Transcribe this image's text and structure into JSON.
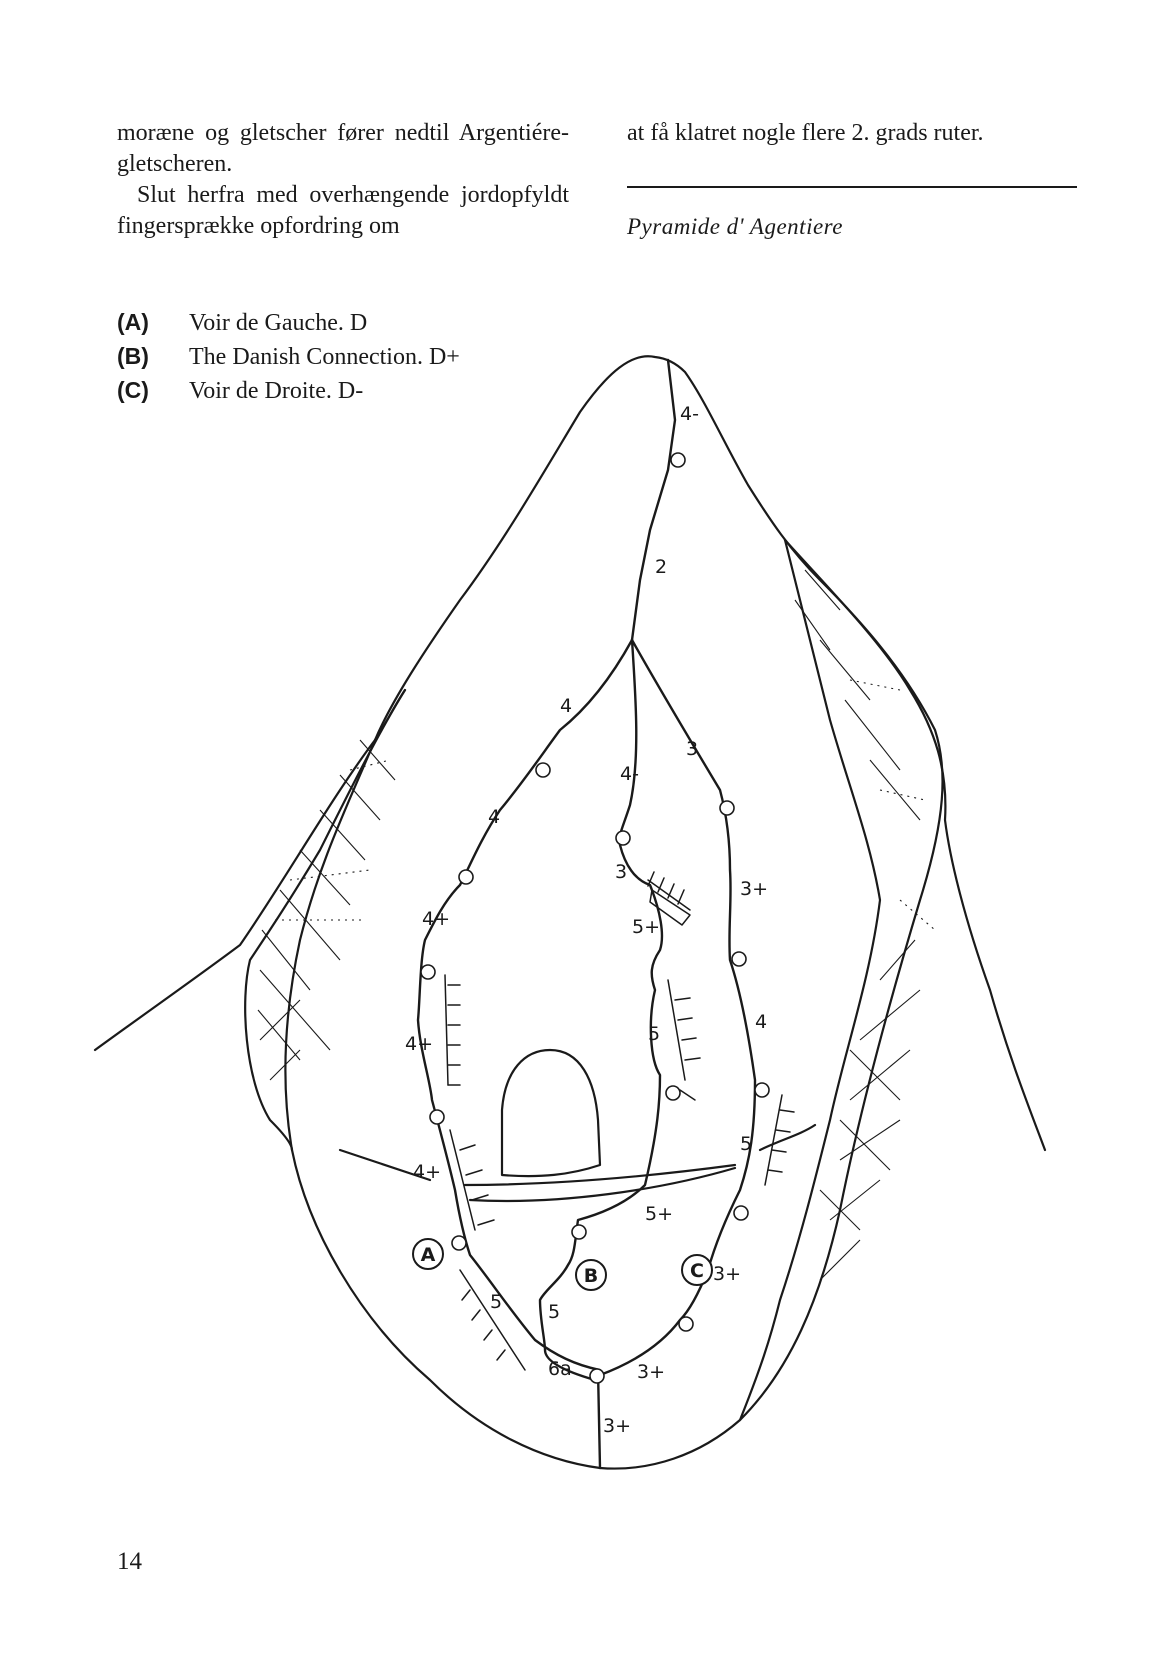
{
  "left_column": {
    "paragraph1": "moræne og gletscher fører nedtil Argentiére-gletscheren.",
    "paragraph2": "Slut herfra med overhængende jordopfyldt fingersprække opfordring om"
  },
  "right_column": {
    "continuation": "at få klatret nogle flere 2. grads ruter.",
    "subtitle": "Pyramide d' Agentiere"
  },
  "legend": [
    {
      "key": "(A)",
      "text": "Voir de Gauche.  D"
    },
    {
      "key": "(B)",
      "text": "The Danish Connection.  D+"
    },
    {
      "key": "(C)",
      "text": "Voir de Droite.  D-"
    }
  ],
  "topo": {
    "route_labels": [
      "A",
      "B",
      "C"
    ],
    "grades": {
      "top": "4-",
      "summit_ridge": "2",
      "a1": "4",
      "a2": "4",
      "a3": "4+",
      "a4": "4+",
      "a5": "4+",
      "a6": "5",
      "b1": "4-",
      "b2": "3",
      "b3": "5+",
      "b4": "5",
      "b5": "5+",
      "b6": "5",
      "b7": "6a",
      "c1": "3",
      "c2": "3+",
      "c3": "4",
      "c4": "5",
      "c5": "3+",
      "c6": "3+",
      "base": "3+"
    }
  },
  "page": {
    "number": "14"
  }
}
